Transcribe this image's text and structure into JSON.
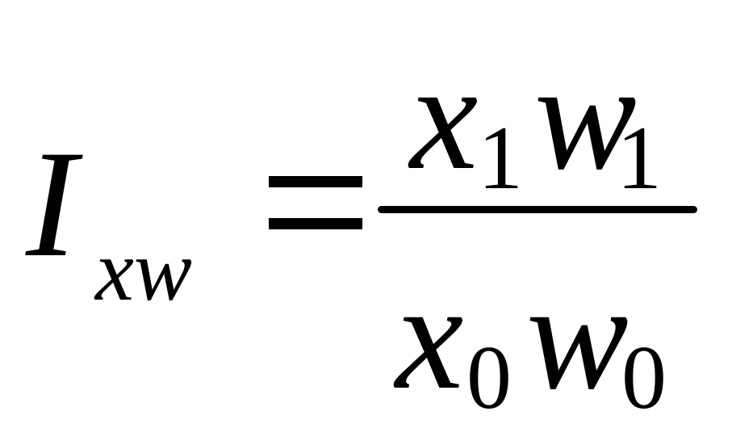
{
  "formula": {
    "lhs": {
      "main": "I",
      "subscript": "xw"
    },
    "relation": "=",
    "numerator": {
      "var1": "x",
      "var1_sub": "1",
      "var2": "w",
      "var2_sub": "1"
    },
    "denominator": {
      "var1": "x",
      "var1_sub": "0",
      "var2": "w",
      "var2_sub": "0"
    }
  }
}
